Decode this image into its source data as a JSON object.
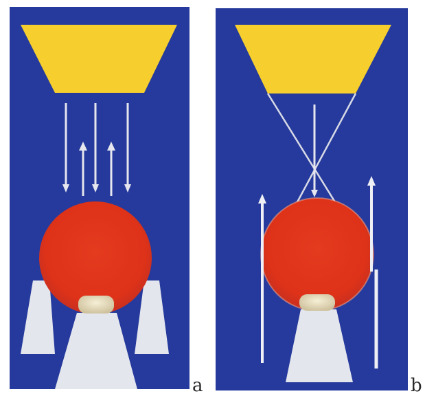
{
  "panels": [
    {
      "label": "a",
      "background": "#253a9c"
    },
    {
      "label": "b",
      "background": "#253a9c"
    }
  ],
  "colors": {
    "source": "#f6cf2e",
    "sphere": "#e2341c",
    "sphere_rim": "#f0a48c",
    "cap": "#e9dcbc",
    "cone": "#e4e6ee",
    "arrow": "#e6e6ee"
  },
  "elements": [
    "trapezoid-source",
    "red-sphere",
    "sphere-cap",
    "white-cones",
    "vertical-arrows",
    "crossing-beams"
  ]
}
